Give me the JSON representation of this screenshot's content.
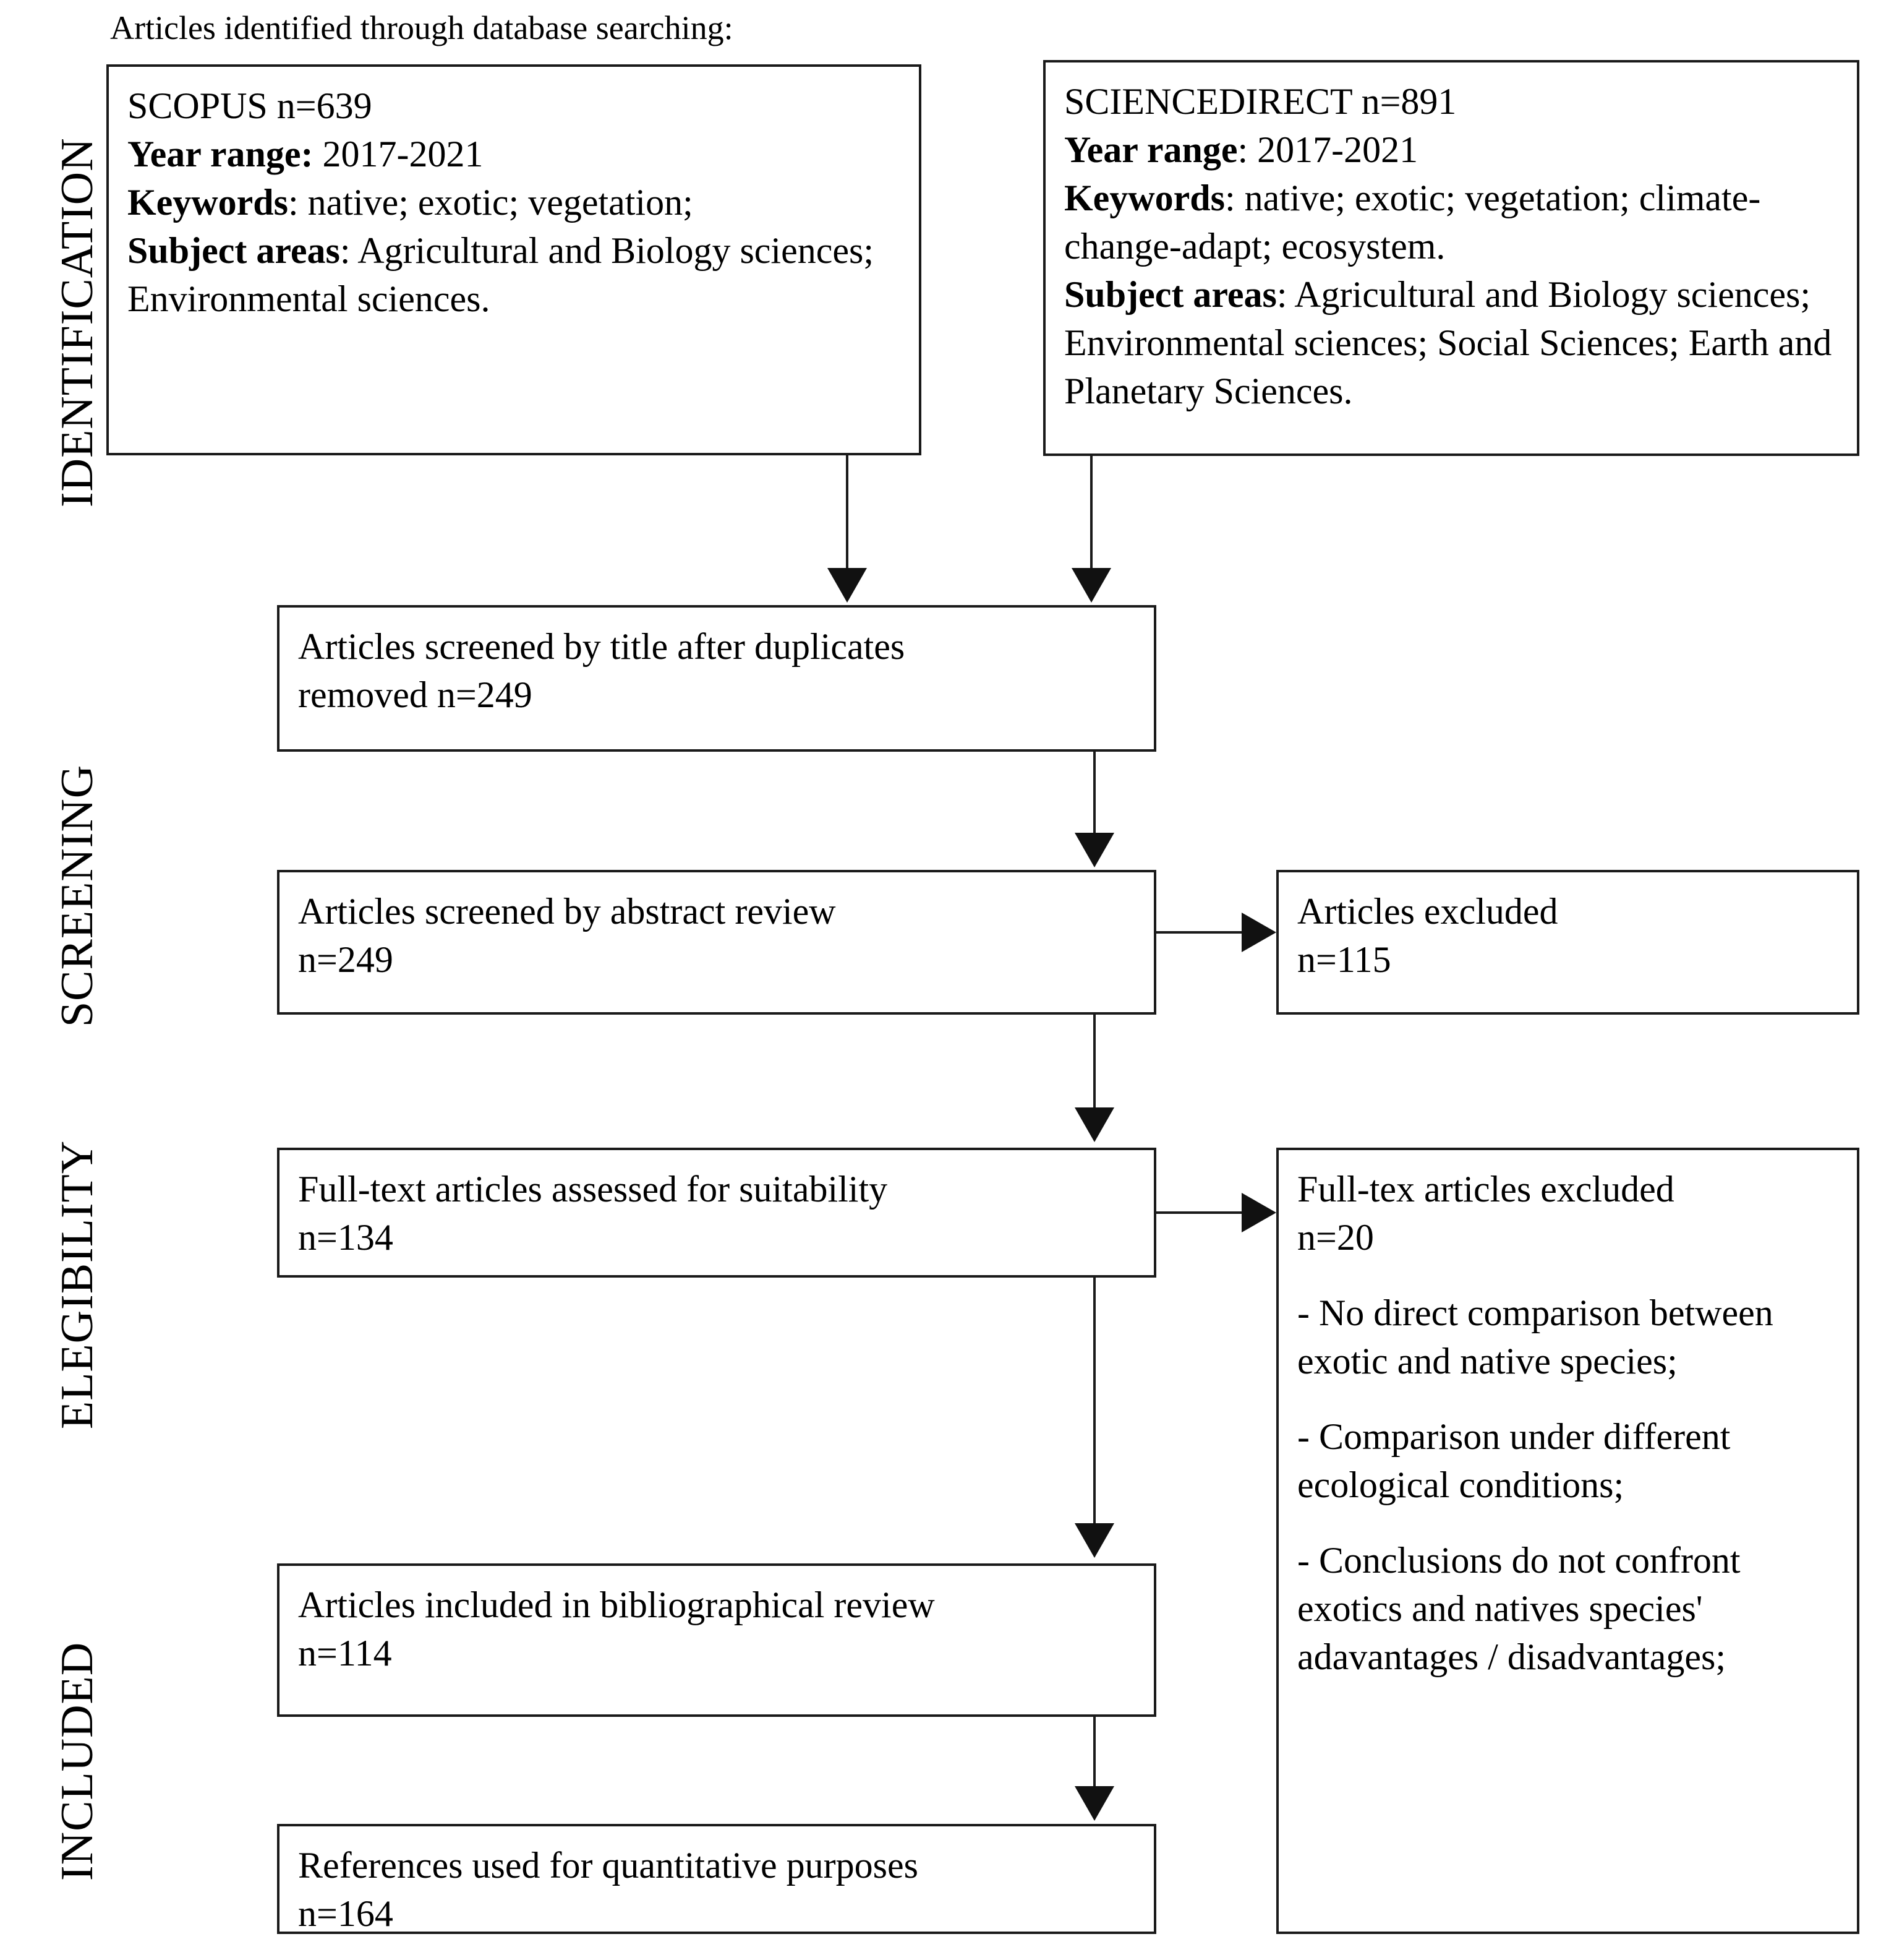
{
  "diagram": {
    "type": "prisma-flow-diagram",
    "caption": "Articles identified through database searching:",
    "stages": [
      {
        "id": "identification",
        "label": "IDENTIFICATION"
      },
      {
        "id": "screening",
        "label": "SCREENING"
      },
      {
        "id": "eligibility",
        "label": "ELEGIBILITY"
      },
      {
        "id": "included",
        "label": "INCLUDED"
      }
    ],
    "boxes": {
      "scopus": {
        "name": "SCOPUS",
        "count_line": "SCOPUS n=639",
        "year_label": "Year range:",
        "year_value": " 2017-2021",
        "keywords_label": "Keywords",
        "keywords_value": ": native; exotic; vegetation;",
        "subject_label": "Subject areas",
        "subject_value": ": Agricultural and Biology sciences; Environmental sciences."
      },
      "sciencedirect": {
        "name": "SCIENCEDIRECT",
        "count_line": "SCIENCEDIRECT n=891",
        "year_label": "Year range",
        "year_value": ": 2017-2021",
        "keywords_label": "Keywords",
        "keywords_value": ": native; exotic; vegetation; climate-change-adapt; ecosystem.",
        "subject_label": "Subject areas",
        "subject_value": ": Agricultural and Biology sciences; Environmental sciences; Social Sciences; Earth and Planetary Sciences."
      },
      "screened_title": {
        "line1": "Articles screened by title after duplicates",
        "line2": "removed n=249"
      },
      "screened_abstract": {
        "line1": "Articles screened by abstract review",
        "line2": "n=249"
      },
      "articles_excluded": {
        "line1": "Articles excluded",
        "line2": "n=115"
      },
      "fulltext_assessed": {
        "line1": "Full-text articles assessed for suitability",
        "line2": "n=134"
      },
      "fulltext_excluded": {
        "line1": "Full-tex articles excluded",
        "line2": "n=20",
        "reasons": [
          "- No direct comparison between exotic and native species;",
          "- Comparison under different ecological conditions;",
          "- Conclusions do not confront exotics and natives species' adavantages / disadvantages;"
        ]
      },
      "included_review": {
        "line1": "Articles included in bibliographical review",
        "line2": "n=114"
      },
      "references_quantitative": {
        "line1": "References used for quantitative purposes",
        "line2": "n=164"
      }
    },
    "colors": {
      "border": "#1a1a1a",
      "text": "#000000",
      "background": "#ffffff"
    }
  }
}
